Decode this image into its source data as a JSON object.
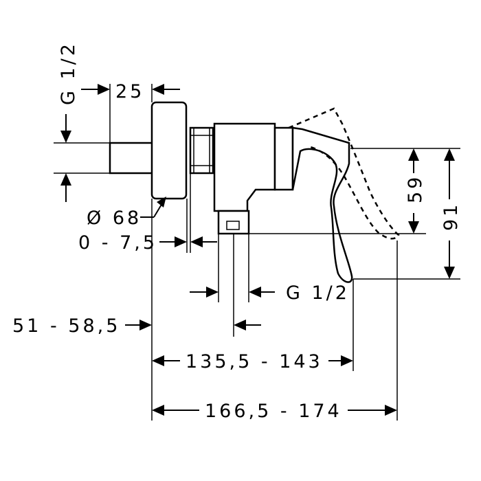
{
  "dimensions": {
    "thread_inlet": "G 1/2",
    "thread_outlet": "G 1/2",
    "body_offset": "25",
    "rosette_diameter": "Ø 68",
    "wall_adjust": "0 - 7,5",
    "wall_projection": "51 - 58,5",
    "lever_length": "135,5 - 143",
    "lever_open_length": "166,5 - 174",
    "height_small": "59",
    "height_large": "91"
  }
}
